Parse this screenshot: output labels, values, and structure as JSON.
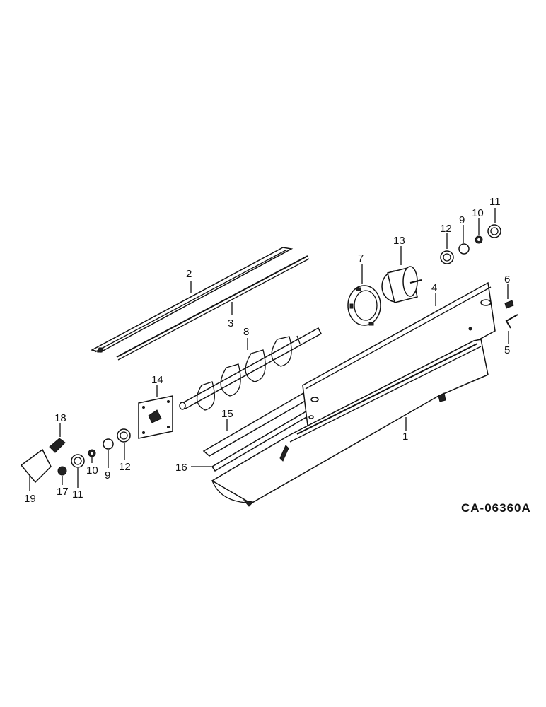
{
  "figure_code": "CA-06360A",
  "callouts": {
    "c1": "1",
    "c2": "2",
    "c3": "3",
    "c4": "4",
    "c5": "5",
    "c6": "6",
    "c7": "7",
    "c8": "8",
    "c9a": "9",
    "c9b": "9",
    "c10a": "10",
    "c10b": "10",
    "c11a": "11",
    "c11b": "11",
    "c12a": "12",
    "c12b": "12",
    "c13": "13",
    "c14": "14",
    "c15": "15",
    "c16": "16",
    "c17": "17",
    "c18": "18",
    "c19": "19"
  }
}
